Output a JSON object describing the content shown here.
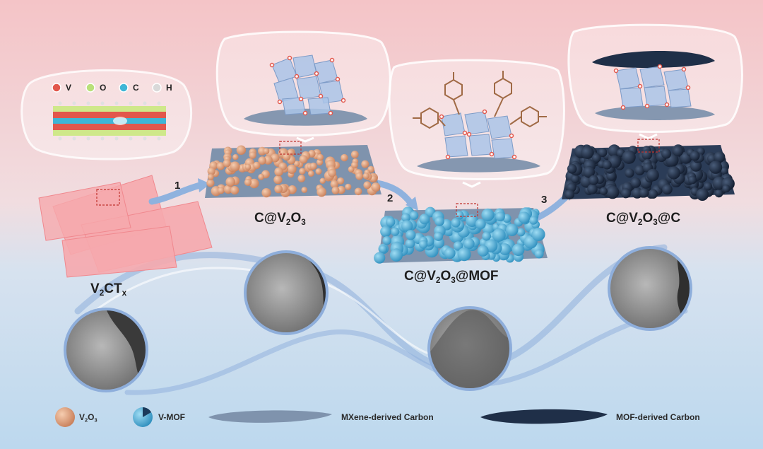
{
  "atom_legend": [
    {
      "symbol": "V",
      "color": "#e2574c"
    },
    {
      "symbol": "O",
      "color": "#b9e07a"
    },
    {
      "symbol": "C",
      "color": "#3fb6d6"
    },
    {
      "symbol": "H",
      "color": "#d9d9d9"
    }
  ],
  "materials": {
    "precursor": {
      "main": "V",
      "sub1": "2",
      "mid": "CT",
      "sub2": "x"
    },
    "step1_product": {
      "a": "C@V",
      "s1": "2",
      "b": "O",
      "s2": "3",
      "c": ""
    },
    "step2_product": {
      "a": "C@V",
      "s1": "2",
      "b": "O",
      "s2": "3",
      "c": "@MOF"
    },
    "step3_product": {
      "a": "C@V",
      "s1": "2",
      "b": "O",
      "s2": "3",
      "c": "@C"
    }
  },
  "steps": [
    "1",
    "2",
    "3"
  ],
  "legend": {
    "v2o3": {
      "a": "V",
      "s1": "2",
      "b": "O",
      "s2": "3"
    },
    "vmof": "V-MOF",
    "mxene_carbon": "MXene-derived Carbon",
    "mof_carbon": "MOF-derived Carbon"
  },
  "colors": {
    "bg_top": "#f3c3c6",
    "bg_bottom": "#bcd9ee",
    "v2o3_sphere": "#e5a37f",
    "mof_sphere": "#4fb3dc",
    "mxene_carbon": "#7f93ad",
    "mof_carbon": "#1f2f48",
    "arrow": "#8fb2de",
    "sheet": "#f5a9ad"
  }
}
